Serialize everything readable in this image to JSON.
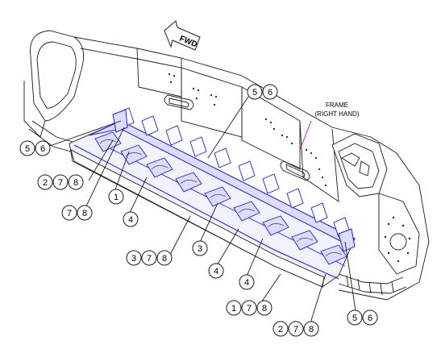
{
  "arrow_label": "FWD",
  "frame_label": {
    "line1": "FRAME",
    "line2": "(RIGHT HAND)"
  },
  "callouts": [
    [
      "5",
      "6"
    ],
    [
      "5",
      "6"
    ],
    [
      "2",
      "7",
      "8"
    ],
    [
      "1"
    ],
    [
      "7",
      "8"
    ],
    [
      "4"
    ],
    [
      "3"
    ],
    [
      "3",
      "7",
      "8"
    ],
    [
      "4"
    ],
    [
      "4"
    ],
    [
      "1",
      "7",
      "8"
    ],
    [
      "5",
      "6"
    ],
    [
      "2",
      "7",
      "8"
    ]
  ],
  "colors": {
    "line": "#1a1a1a",
    "highlight": "#1a1aff",
    "highlight_fill": "#dcdcff",
    "leader_frame": "#c000c0"
  }
}
